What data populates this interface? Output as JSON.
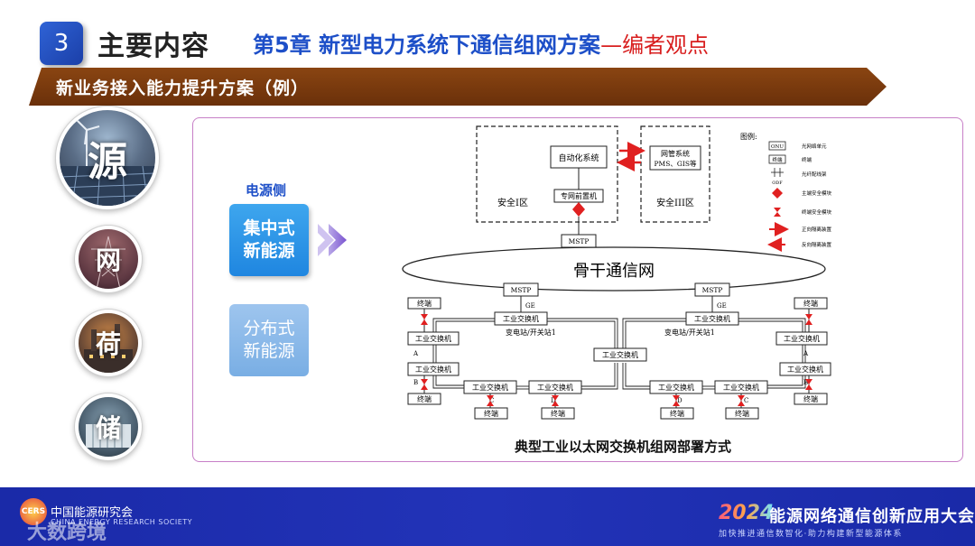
{
  "header": {
    "section_number": "3",
    "main_title": "主要内容",
    "chapter_title": "第5章 新型电力系统下通信组网方案",
    "chapter_suffix": "—编者观点",
    "banner": "新业务接入能力提升方案（例）"
  },
  "categories": [
    {
      "label": "源"
    },
    {
      "label": "网"
    },
    {
      "label": "荷"
    },
    {
      "label": "储"
    }
  ],
  "panel": {
    "side_label": "电源侧",
    "options": [
      {
        "label": "集中式\n新能源",
        "state": "selected"
      },
      {
        "label": "分布式\n新能源",
        "state": "normal"
      }
    ]
  },
  "diagram": {
    "caption": "典型工业以太网交换机组网部署方式",
    "zone1": {
      "title": "安全I区",
      "system": "自动化系统",
      "frontend": "专网前置机"
    },
    "zone3": {
      "title": "安全III区",
      "system_line1": "网管系统",
      "system_line2": "PMS、GIS等"
    },
    "backbone": "骨干通信网",
    "mstp": "MSTP",
    "ge": "GE",
    "industrial_switch": "工业交换机",
    "terminal": "终端",
    "substation": "变电站/开关站1",
    "labels": {
      "a": "A",
      "b": "B",
      "c": "C",
      "d": "D"
    },
    "legend": {
      "title": "图例:",
      "items": [
        {
          "code": "ONU",
          "text": "光网络单元"
        },
        {
          "code": "终端",
          "text": "终端"
        },
        {
          "code": "ODF",
          "text": "光纤配线架"
        },
        {
          "text": "主端安全模块"
        },
        {
          "text": "终端安全模块"
        },
        {
          "text": "正向隔离装置"
        },
        {
          "text": "反向隔离装置"
        }
      ]
    }
  },
  "footer": {
    "logo_text": "CERS",
    "org_name": "中国能源研究会",
    "org_name_en": "CHINA ENERGY RESEARCH SOCIETY",
    "watermark": "大数跨境",
    "year": "2024",
    "event": "能源网络通信创新应用大会",
    "slogan": "加快推进通信数智化·助力构建新型能源体系"
  },
  "colors": {
    "accent_blue": "#1d4fc8",
    "accent_red": "#d81e1e",
    "banner_brown": "#7a3a0c",
    "frame_border": "#c77fc7",
    "footer_blue": "#2233b8"
  }
}
